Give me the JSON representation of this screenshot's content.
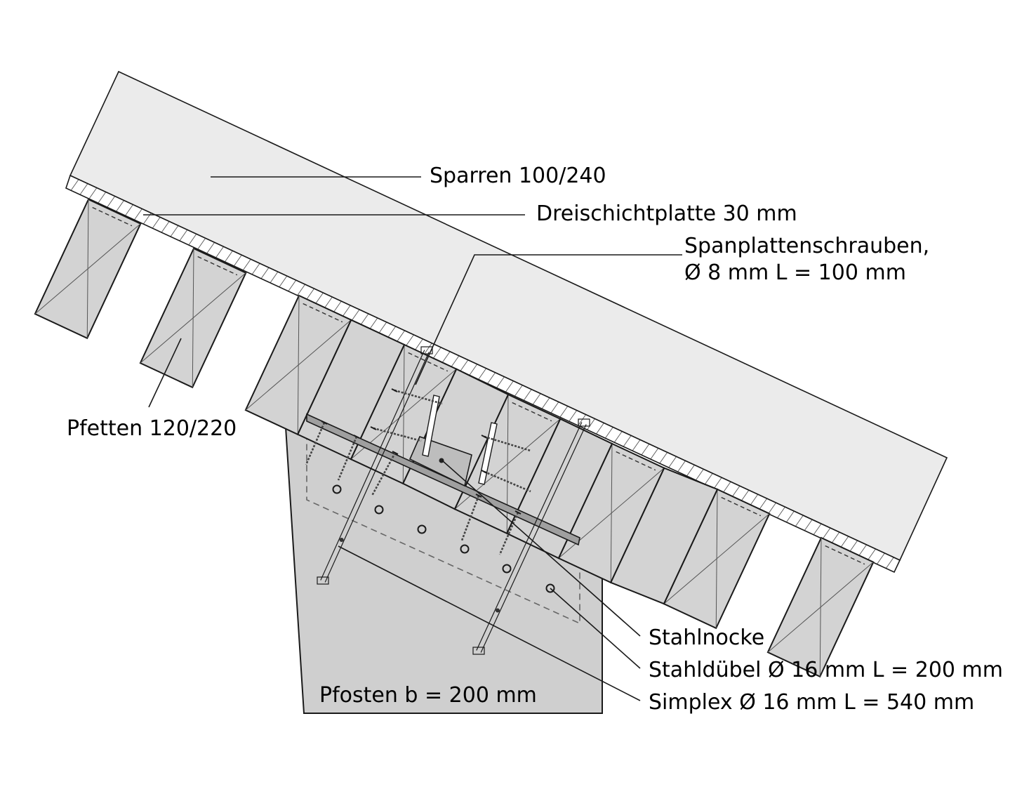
{
  "labels": {
    "sparren": "Sparren 100/240",
    "dreischichtplatte": "Dreischichtplatte 30 mm",
    "spanplattenschrauben_line1": "Spanplattenschrauben,",
    "spanplattenschrauben_line2": "Ø 8 mm  L = 100 mm",
    "pfetten": "Pfetten 120/220",
    "stahlnocke": "Stahlnocke",
    "stahlduebel": "Stahldübel Ø 16 mm  L = 200 mm",
    "simplex": "Simplex Ø 16 mm  L = 540 mm",
    "pfosten": "Pfosten b = 200 mm"
  },
  "colors": {
    "sparren_fill": "#ebebeb",
    "wood_fill": "#d3d3d3",
    "pfosten_fill": "#cfcfcf",
    "steel_fill": "#bdbdbd",
    "line": "#1a1a1a"
  }
}
